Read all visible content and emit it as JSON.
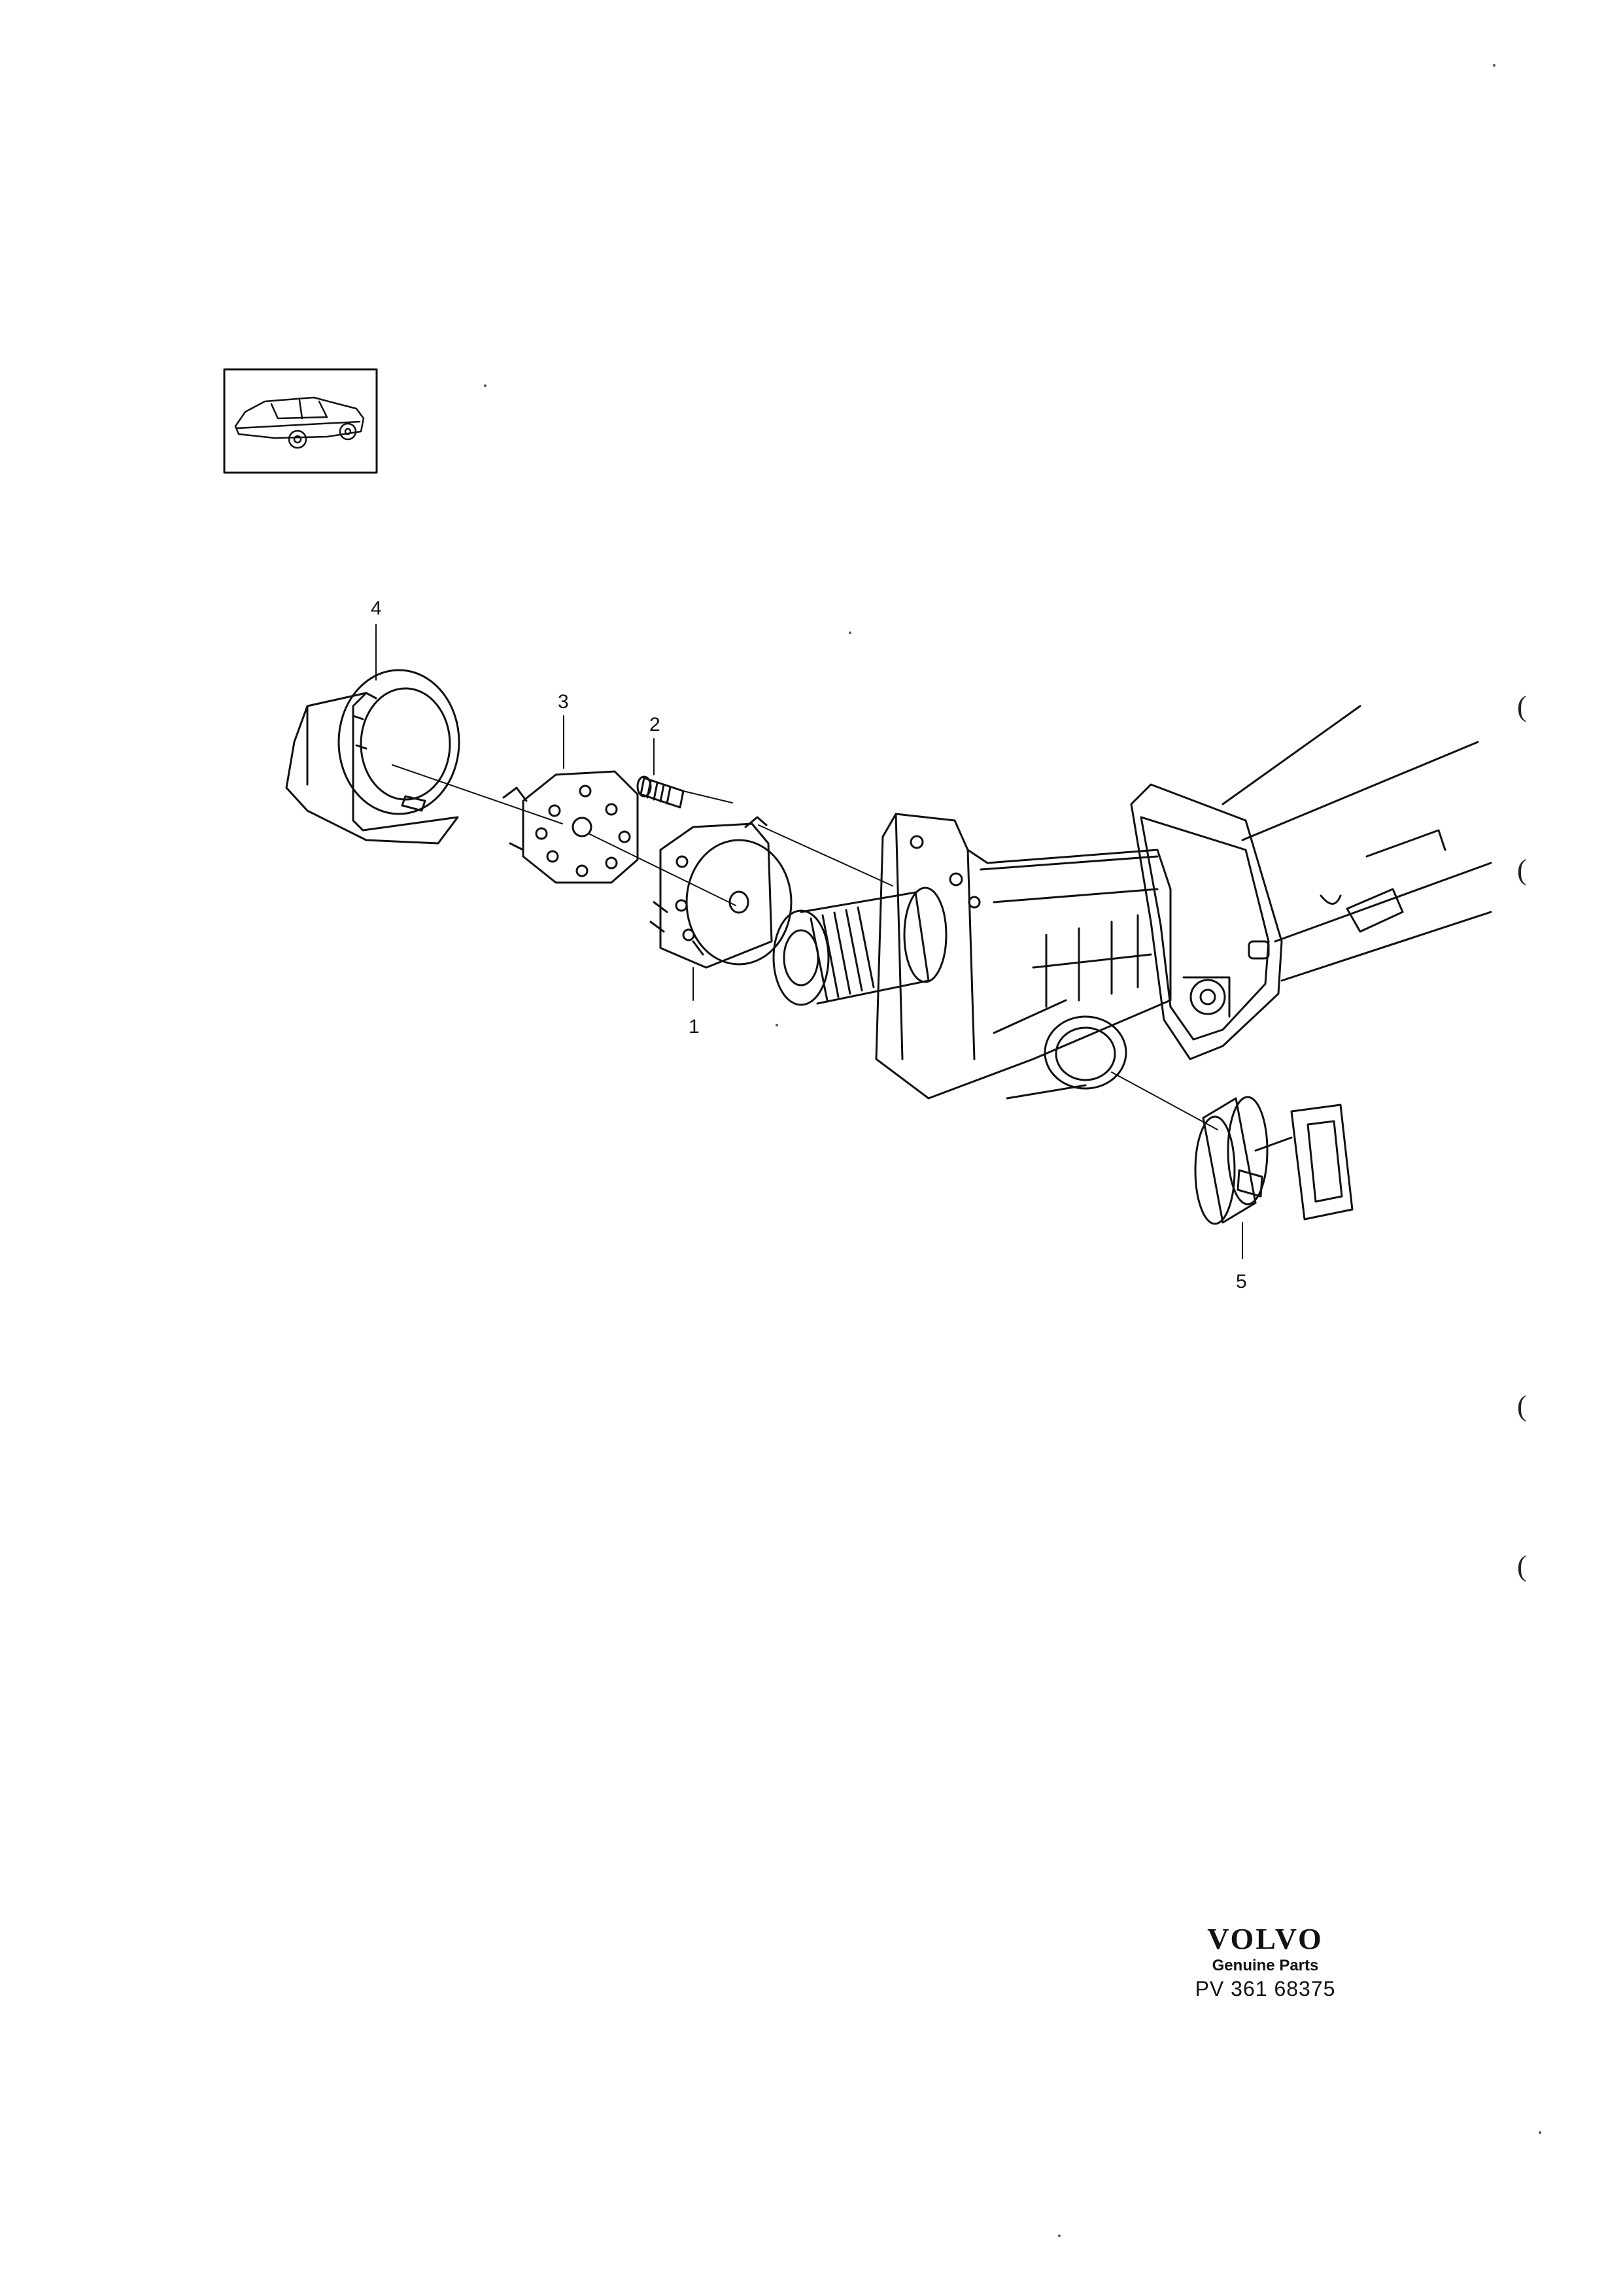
{
  "callouts": [
    {
      "id": "1",
      "label": "1"
    },
    {
      "id": "2",
      "label": "2"
    },
    {
      "id": "3",
      "label": "3"
    },
    {
      "id": "4",
      "label": "4"
    },
    {
      "id": "5",
      "label": "5"
    }
  ],
  "branding": {
    "logo": "VOLVO",
    "tagline": "Genuine Parts",
    "code": "PV 361 68375"
  },
  "margin_marks": [
    "(",
    "(",
    "(",
    "("
  ],
  "colors": {
    "ink": "#111111",
    "paper": "#ffffff"
  }
}
